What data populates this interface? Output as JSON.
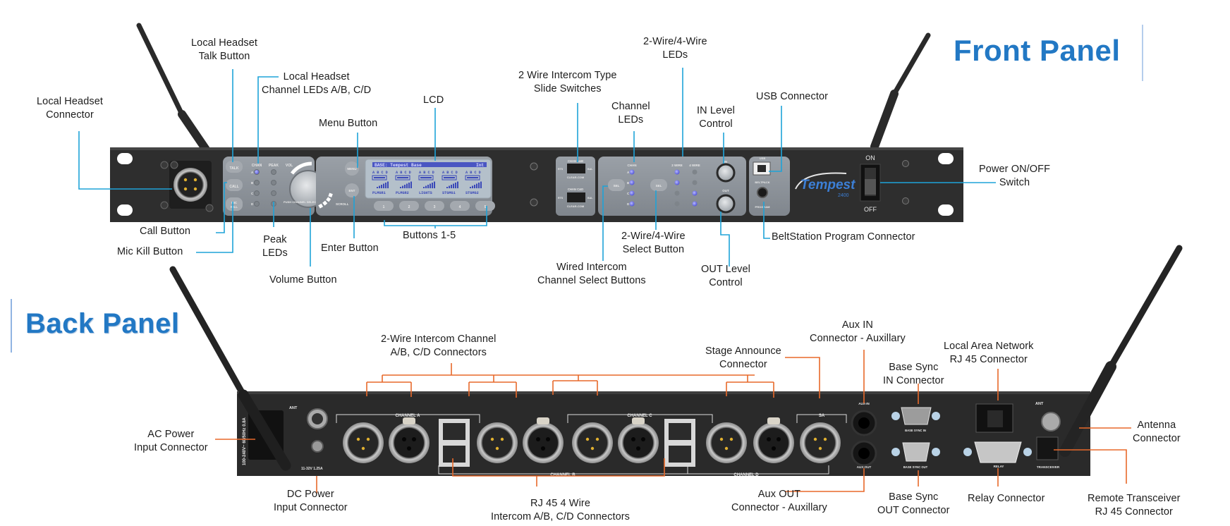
{
  "colors": {
    "title_blue": "#2278c4",
    "front_leader": "#1ea3d8",
    "back_leader": "#e8692a",
    "chassis": "#2b2b2b",
    "faceplate": "#8d9299",
    "lcd_bg": "#b4c0ca",
    "led_blue": "#6b6fe6"
  },
  "front_panel": {
    "title": "Front Panel",
    "device": {
      "brand": "Tempest",
      "model": "2400",
      "silk": {
        "talk": "TALK",
        "call": "CALL",
        "mic_kill_1": "MIC",
        "mic_kill_2": "KILL",
        "chan": "CHAN",
        "peak": "PEAK",
        "vol": "VOL",
        "push_channel_select": "PUSH CHANNEL SELECT",
        "scroll": "SCROLL",
        "menu": "MENU",
        "ent": "ENT",
        "chan_ab": "CHAN A&B",
        "chan_cd": "CHAN C&D",
        "rts": "RTS",
        "bal": "BAL",
        "clear_com": "CLEAR-COM",
        "sel": "SEL",
        "two_wire": "2 WIRE",
        "four_wire": "4 WIRE",
        "in": "IN",
        "out": "OUT",
        "usb": "USB",
        "beltpack": "BELTPACK",
        "program": "PROGRAM",
        "on": "ON",
        "off": "OFF",
        "led_letters": [
          "A",
          "B",
          "C",
          "D"
        ]
      },
      "lcd": {
        "header_left": "BASE: Tempest Base",
        "header_right": "Int",
        "channel_letters": "A B C D",
        "beltpacks": [
          "PLMGR1",
          "PLMGR2",
          "LIGHTS",
          "STGMG1",
          "STGMG2"
        ]
      },
      "soft_buttons": [
        "1",
        "2",
        "3",
        "4",
        "5"
      ],
      "headset_chan_leds_on": [
        true,
        false,
        false,
        false
      ],
      "chan_leds_on": [
        true,
        true,
        true,
        true
      ],
      "two_wire_leds_on": [
        true,
        true,
        false,
        false
      ],
      "four_wire_leds_on": [
        false,
        false,
        true,
        true
      ]
    },
    "callouts": [
      {
        "id": "local-headset-connector",
        "lines": [
          "Local Headset",
          "Connector"
        ]
      },
      {
        "id": "local-headset-talk-button",
        "lines": [
          "Local Headset",
          "Talk Button"
        ]
      },
      {
        "id": "local-headset-channel-leds",
        "lines": [
          "Local Headset",
          "Channel LEDs A/B, C/D"
        ]
      },
      {
        "id": "menu-button",
        "lines": [
          "Menu Button"
        ]
      },
      {
        "id": "lcd",
        "lines": [
          "LCD"
        ]
      },
      {
        "id": "intercom-type-slide-switches",
        "lines": [
          "2 Wire Intercom Type",
          "Slide Switches"
        ]
      },
      {
        "id": "channel-leds",
        "lines": [
          "Channel",
          "LEDs"
        ]
      },
      {
        "id": "two-four-wire-leds",
        "lines": [
          "2-Wire/4-Wire",
          "LEDs"
        ]
      },
      {
        "id": "in-level-control",
        "lines": [
          "IN Level",
          "Control"
        ]
      },
      {
        "id": "usb-connector",
        "lines": [
          "USB Connector"
        ]
      },
      {
        "id": "power-switch",
        "lines": [
          "Power ON/OFF",
          "Switch"
        ]
      },
      {
        "id": "call-button",
        "lines": [
          "Call Button"
        ]
      },
      {
        "id": "mic-kill-button",
        "lines": [
          "Mic Kill Button"
        ]
      },
      {
        "id": "peak-leds",
        "lines": [
          "Peak",
          "LEDs"
        ]
      },
      {
        "id": "volume-button",
        "lines": [
          "Volume Button"
        ]
      },
      {
        "id": "enter-button",
        "lines": [
          "Enter Button"
        ]
      },
      {
        "id": "buttons-1-5",
        "lines": [
          "Buttons 1-5"
        ]
      },
      {
        "id": "wired-intercom-channel-select",
        "lines": [
          "Wired Intercom",
          "Channel Select Buttons"
        ]
      },
      {
        "id": "two-four-wire-select-button",
        "lines": [
          "2-Wire/4-Wire",
          "Select Button"
        ]
      },
      {
        "id": "out-level-control",
        "lines": [
          "OUT Level",
          "Control"
        ]
      },
      {
        "id": "beltstation-program-connector",
        "lines": [
          "BeltStation Program Connector"
        ]
      }
    ]
  },
  "back_panel": {
    "title": "Back Panel",
    "device": {
      "silk": {
        "ant": "ANT",
        "ac_rating": "100-240V~ 60/50Hz 0.8A",
        "dc_rating": "11-32V  1.25A",
        "channel_a": "CHANNEL A",
        "channel_b": "CHANNEL B",
        "channel_c": "CHANNEL C",
        "channel_d": "CHANNEL D",
        "sa": "SA",
        "aux_in": "AUX-IN",
        "aux_out": "AUX-OUT",
        "base_sync_in": "BASE SYNC IN",
        "base_sync_out": "BASE SYNC OUT",
        "relay": "RELAY",
        "transceiver": "TRANSCEIVER"
      }
    },
    "callouts": [
      {
        "id": "ac-power-input",
        "lines": [
          "AC Power",
          "Input Connector"
        ]
      },
      {
        "id": "dc-power-input",
        "lines": [
          "DC Power",
          "Input Connector"
        ]
      },
      {
        "id": "two-wire-channel-connectors",
        "lines": [
          "2-Wire Intercom Channel",
          "A/B, C/D Connectors"
        ]
      },
      {
        "id": "rj45-four-wire-connectors",
        "lines": [
          "RJ 45 4 Wire",
          "Intercom A/B, C/D Connectors"
        ]
      },
      {
        "id": "stage-announce-connector",
        "lines": [
          "Stage Announce",
          "Connector"
        ]
      },
      {
        "id": "aux-in-connector",
        "lines": [
          "Aux IN",
          "Connector - Auxillary"
        ]
      },
      {
        "id": "aux-out-connector",
        "lines": [
          "Aux OUT",
          "Connector - Auxillary"
        ]
      },
      {
        "id": "base-sync-in-connector",
        "lines": [
          "Base Sync",
          "IN Connector"
        ]
      },
      {
        "id": "base-sync-out-connector",
        "lines": [
          "Base Sync",
          "OUT Connector"
        ]
      },
      {
        "id": "lan-rj45-connector",
        "lines": [
          "Local Area Network",
          "RJ 45 Connector"
        ]
      },
      {
        "id": "relay-connector",
        "lines": [
          "Relay Connector"
        ]
      },
      {
        "id": "antenna-connector",
        "lines": [
          "Antenna",
          "Connector"
        ]
      },
      {
        "id": "remote-transceiver-rj45",
        "lines": [
          "Remote Transceiver",
          "RJ 45 Connector"
        ]
      }
    ]
  }
}
